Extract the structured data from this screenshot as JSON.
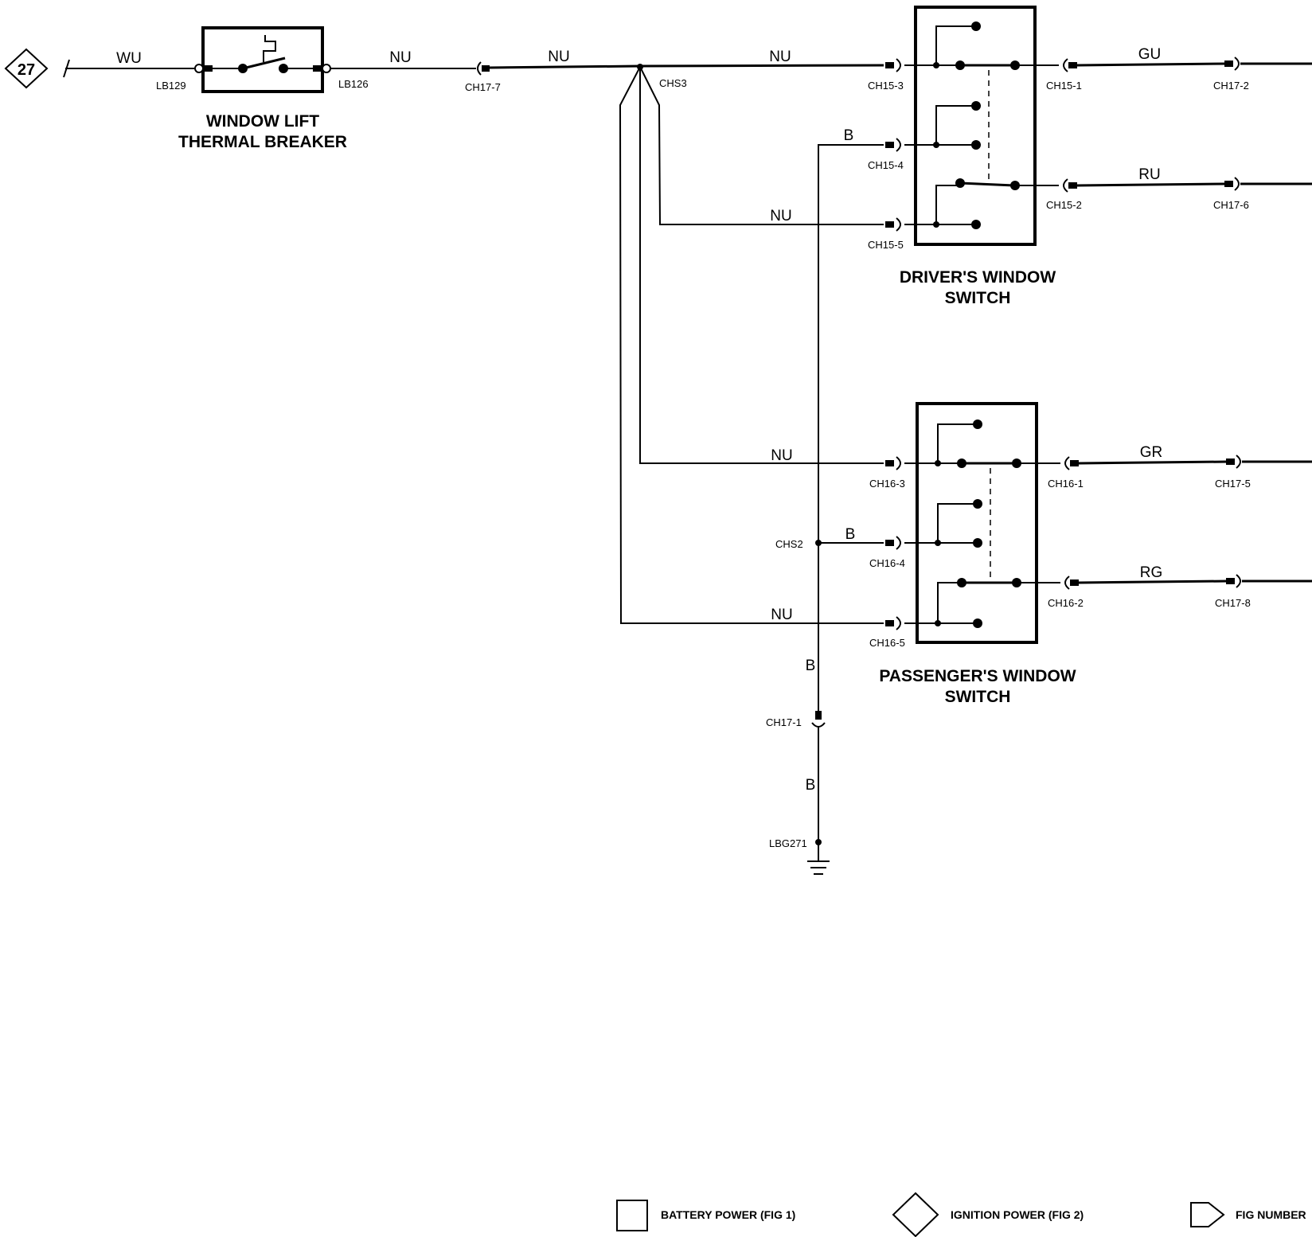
{
  "fig_ref": "27",
  "components": {
    "breaker": {
      "line1": "WINDOW LIFT",
      "line2": "THERMAL BREAKER"
    },
    "driver_switch": {
      "line1": "DRIVER'S WINDOW",
      "line2": "SWITCH"
    },
    "passenger_switch": {
      "line1": "PASSENGER'S WINDOW",
      "line2": "SWITCH"
    }
  },
  "wire_colors": {
    "wu": "WU",
    "nu_1": "NU",
    "nu_2": "NU",
    "nu_3": "NU",
    "nu_4": "NU",
    "nu_5": "NU",
    "nu_6": "NU",
    "b_1": "B",
    "b_2": "B",
    "b_3": "B",
    "b_4": "B",
    "gu": "GU",
    "ru": "RU",
    "gr": "GR",
    "rg": "RG"
  },
  "connectors": {
    "lb129": "LB129",
    "lb126": "LB126",
    "ch17_7": "CH17-7",
    "chs3": "CHS3",
    "ch15_3": "CH15-3",
    "ch15_4": "CH15-4",
    "ch15_5": "CH15-5",
    "ch15_1": "CH15-1",
    "ch15_2": "CH15-2",
    "ch17_2": "CH17-2",
    "ch17_6": "CH17-6",
    "ch16_3": "CH16-3",
    "ch16_4": "CH16-4",
    "ch16_5": "CH16-5",
    "ch16_1": "CH16-1",
    "ch16_2": "CH16-2",
    "ch17_5": "CH17-5",
    "ch17_8": "CH17-8",
    "chs2": "CHS2",
    "ch17_1": "CH17-1",
    "lbg271": "LBG271"
  },
  "legend": {
    "battery": "BATTERY POWER (FIG 1)",
    "ignition": "IGNITION POWER (FIG 2)",
    "fig": "FIG NUMBER"
  }
}
